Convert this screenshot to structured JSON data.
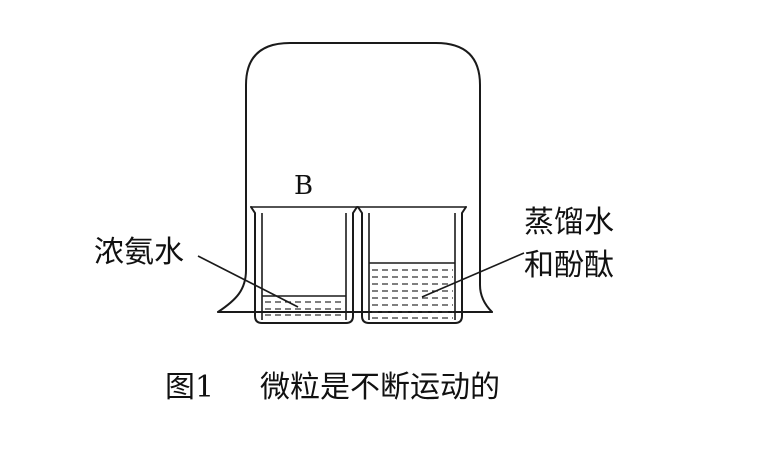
{
  "diagram": {
    "beaker_b_label": "B",
    "left_liquid_label": "浓氨水",
    "right_liquid_label_line1": "蒸馏水",
    "right_liquid_label_line2": "和酚酞",
    "caption_number": "图1",
    "caption_text": "微粒是不断运动的"
  }
}
